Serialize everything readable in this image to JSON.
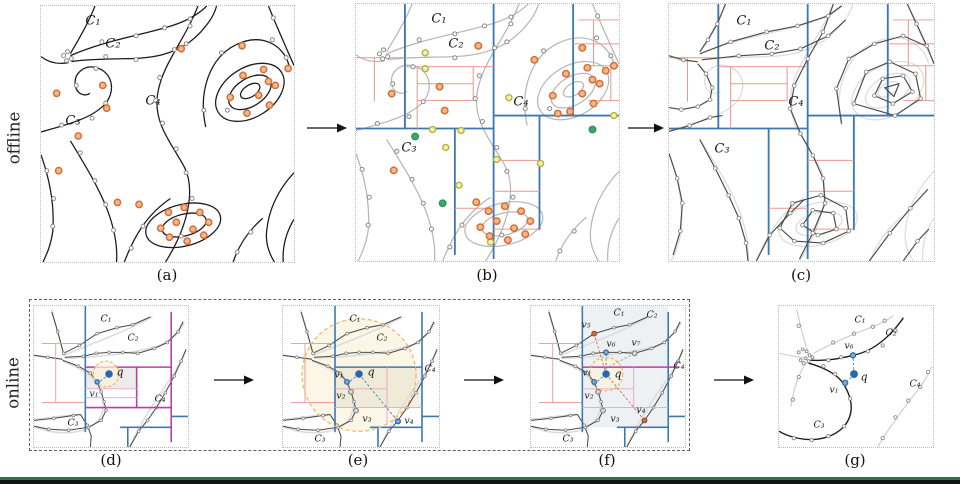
{
  "side_labels": {
    "offline": "offline",
    "online": "online"
  },
  "captions": {
    "a": "(a)",
    "b": "(b)",
    "c": "(c)",
    "d": "(d)",
    "e": "(e)",
    "f": "(f)",
    "g": "(g)"
  },
  "labels": {
    "c1": "C₁",
    "c2": "C₂",
    "c3": "C₃",
    "c4": "C₄",
    "q": "q",
    "v1": "v₁",
    "v2": "v₂",
    "v3": "v₃",
    "v4": "v₄",
    "v5": "v₅",
    "v6": "v₆",
    "v7": "v₇"
  },
  "colors": {
    "curve_black": "#1c1c1c",
    "curve_gray": "#b5b5b5",
    "curve_light": "#dcdcdc",
    "polyline_dark": "#4b4b4b",
    "partition_blue": "#3c78b4",
    "partition_red": "#e59a90",
    "partition_magenta": "#bf3ba8",
    "partition_pink": "#e8a4c4",
    "marker_orange": "#d2703a",
    "marker_yellow": "#b4b43e",
    "marker_green": "#35a96d",
    "query_blue": "#2b66ad",
    "vertex_orange": "#c9713d",
    "halo_cream": "#faf3dc",
    "halo_border": "#f0b564",
    "footer_green": "#3e6a4d",
    "footer_black": "#121212"
  }
}
